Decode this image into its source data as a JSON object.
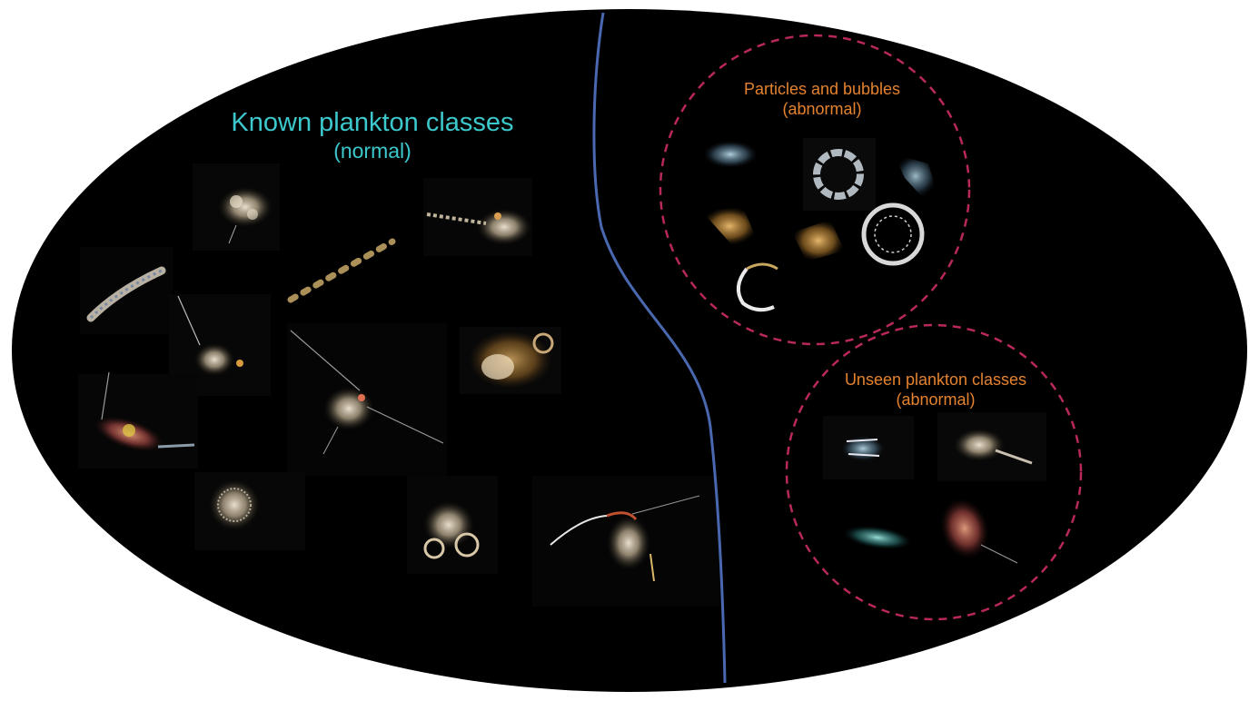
{
  "colors": {
    "background": "#ffffff",
    "ellipse_fill": "#000000",
    "boundary_line": "#4a68b0",
    "normal_text": "#3cc8cc",
    "abnormal_text": "#e4822e",
    "dashed_circle": "#b8285a"
  },
  "regions": {
    "known": {
      "title": "Known plankton classes",
      "subtitle": "(normal)"
    },
    "particles": {
      "title": "Particles and bubbles",
      "subtitle": "(abnormal)"
    },
    "unseen": {
      "title": "Unseen plankton classes",
      "subtitle": "(abnormal)"
    }
  }
}
